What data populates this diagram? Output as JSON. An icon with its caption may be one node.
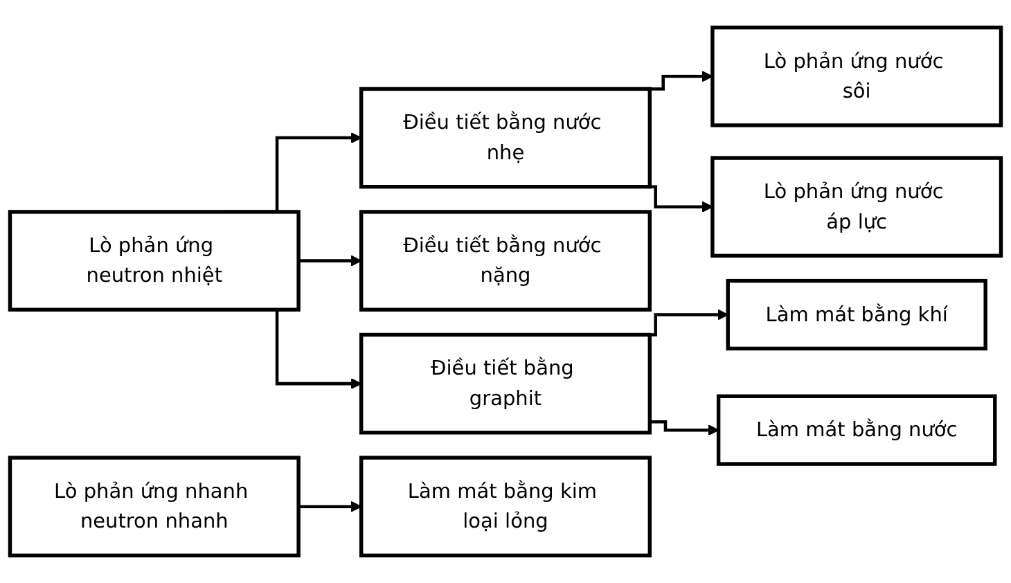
{
  "diagram": {
    "nodes": [
      {
        "text": [
          "Lò phản ứng neutron nhiệt"
        ]
      },
      {
        "text": [
          "Điều tiết bằng nước nhẹ"
        ]
      },
      {
        "text": [
          "Điều tiết bằng nước nặng"
        ]
      },
      {
        "text": [
          "Điều tiết bằng graphit"
        ]
      },
      {
        "text": [
          "Lò phản ứng nước sôi"
        ]
      },
      {
        "text": [
          "Lò phản ứng nước áp lực"
        ]
      },
      {
        "text": [
          "Làm mát bằng khí"
        ]
      },
      {
        "text": [
          "Làm mát bằng nước"
        ]
      },
      {
        "text": [
          "Lò phản ứng nhanh neutron nhanh"
        ]
      },
      {
        "text": [
          "Làm mát bằng kim loại lỏng"
        ]
      }
    ],
    "edges": [
      {
        "from": 0,
        "to": 1,
        "arrow": "to"
      },
      {
        "from": 0,
        "to": 2,
        "arrow": "to"
      },
      {
        "from": 0,
        "to": 3,
        "arrow": "to"
      },
      {
        "from": 1,
        "to": 4,
        "arrow": "to"
      },
      {
        "from": 1,
        "to": 5,
        "arrow": "to"
      },
      {
        "from": 3,
        "to": 6,
        "arrow": "to"
      },
      {
        "from": 3,
        "to": 7,
        "arrow": "to"
      },
      {
        "from": 8,
        "to": 9,
        "arrow": "to"
      }
    ]
  }
}
